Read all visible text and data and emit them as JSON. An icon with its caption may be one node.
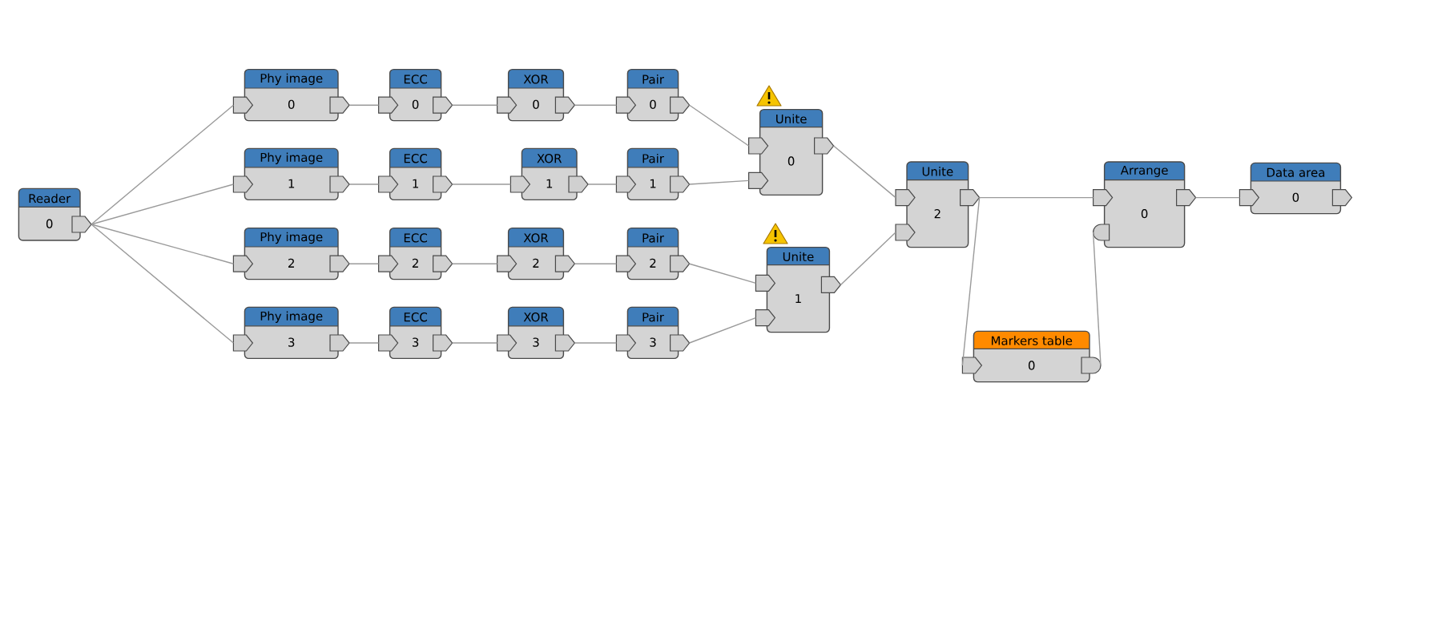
{
  "diagram": {
    "nodes": [
      {
        "text": [
          "Reader",
          "0"
        ]
      },
      {
        "text": [
          "Phy image",
          "0"
        ]
      },
      {
        "text": [
          "ECC",
          "0"
        ]
      },
      {
        "text": [
          "XOR",
          "0"
        ]
      },
      {
        "text": [
          "Pair",
          "0"
        ]
      },
      {
        "text": [
          "Phy image",
          "1"
        ]
      },
      {
        "text": [
          "ECC",
          "1"
        ]
      },
      {
        "text": [
          "XOR",
          "1"
        ]
      },
      {
        "text": [
          "Pair",
          "1"
        ]
      },
      {
        "text": [
          "Phy image",
          "2"
        ]
      },
      {
        "text": [
          "ECC",
          "2"
        ]
      },
      {
        "text": [
          "XOR",
          "2"
        ]
      },
      {
        "text": [
          "Pair",
          "2"
        ]
      },
      {
        "text": [
          "Phy image",
          "3"
        ]
      },
      {
        "text": [
          "ECC",
          "3"
        ]
      },
      {
        "text": [
          "XOR",
          "3"
        ]
      },
      {
        "text": [
          "Pair",
          "3"
        ]
      },
      {
        "text": [
          "Unite",
          "0"
        ]
      },
      {
        "text": [
          "Unite",
          "1"
        ]
      },
      {
        "text": [
          "Unite",
          "2"
        ]
      },
      {
        "text": [
          "Arrange",
          "0"
        ]
      },
      {
        "text": [
          "Data area",
          "0"
        ]
      },
      {
        "text": [
          "Markers table",
          "0"
        ]
      }
    ],
    "edges": [
      {
        "from": 0,
        "to": 1,
        "arrow": "none"
      },
      {
        "from": 0,
        "to": 5,
        "arrow": "none"
      },
      {
        "from": 0,
        "to": 9,
        "arrow": "none"
      },
      {
        "from": 0,
        "to": 13,
        "arrow": "none"
      },
      {
        "from": 1,
        "to": 2,
        "arrow": "none"
      },
      {
        "from": 2,
        "to": 3,
        "arrow": "none"
      },
      {
        "from": 3,
        "to": 4,
        "arrow": "none"
      },
      {
        "from": 5,
        "to": 6,
        "arrow": "none"
      },
      {
        "from": 6,
        "to": 7,
        "arrow": "none"
      },
      {
        "from": 7,
        "to": 8,
        "arrow": "none"
      },
      {
        "from": 9,
        "to": 10,
        "arrow": "none"
      },
      {
        "from": 10,
        "to": 11,
        "arrow": "none"
      },
      {
        "from": 11,
        "to": 12,
        "arrow": "none"
      },
      {
        "from": 13,
        "to": 14,
        "arrow": "none"
      },
      {
        "from": 14,
        "to": 15,
        "arrow": "none"
      },
      {
        "from": 15,
        "to": 16,
        "arrow": "none"
      },
      {
        "from": 4,
        "to": 17,
        "arrow": "none"
      },
      {
        "from": 8,
        "to": 17,
        "arrow": "none"
      },
      {
        "from": 12,
        "to": 18,
        "arrow": "none"
      },
      {
        "from": 16,
        "to": 18,
        "arrow": "none"
      },
      {
        "from": 17,
        "to": 19,
        "arrow": "none"
      },
      {
        "from": 18,
        "to": 19,
        "arrow": "none"
      },
      {
        "from": 19,
        "to": 20,
        "arrow": "none"
      },
      {
        "from": 19,
        "to": 22,
        "arrow": "none"
      },
      {
        "from": 22,
        "to": 20,
        "arrow": "none"
      },
      {
        "from": 20,
        "to": 21,
        "arrow": "none"
      }
    ]
  }
}
